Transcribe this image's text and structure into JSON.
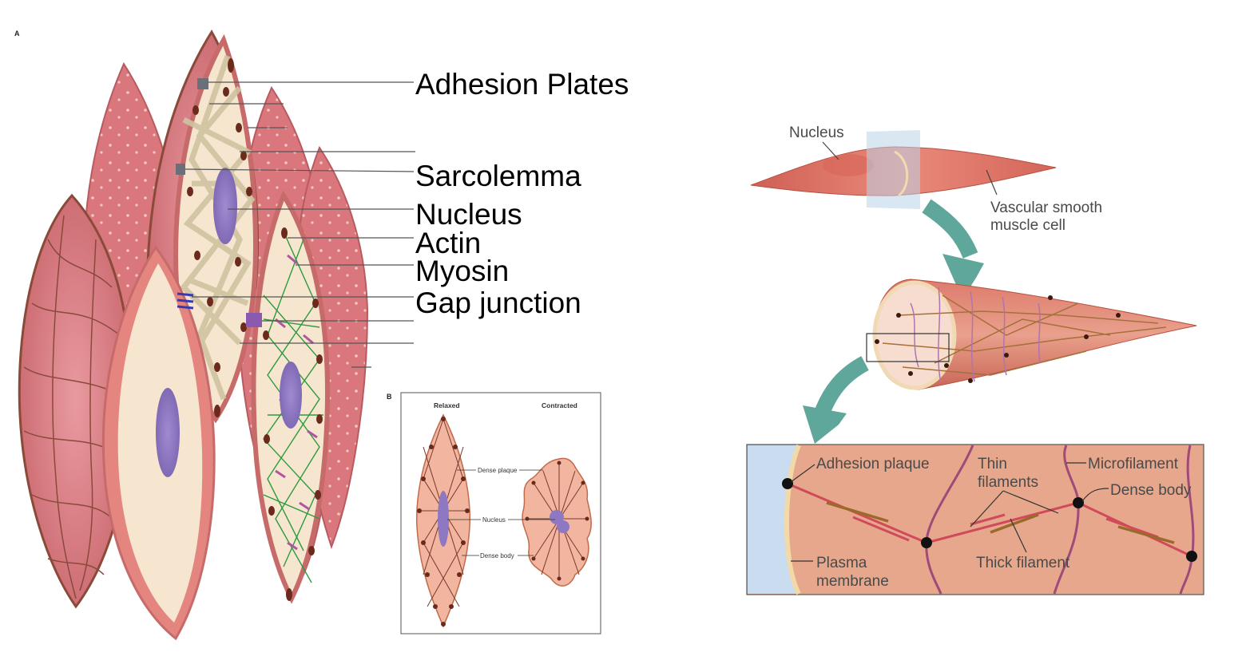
{
  "panel_a": {
    "letter": "A",
    "labels": {
      "adhesion": "Adhesion Plates",
      "sarcolemma": "Sarcolemma",
      "nucleus": "Nucleus",
      "actin": "Actin",
      "myosin": "Myosin",
      "gap_junction": "Gap junction"
    }
  },
  "panel_b": {
    "letter": "B",
    "relaxed": "Relaxed",
    "contracted": "Contracted",
    "labels": {
      "dense_plaque": "Dense plaque",
      "nucleus": "Nucleus",
      "dense_body": "Dense body"
    }
  },
  "right_panel": {
    "nucleus": "Nucleus",
    "vascular_line1": "Vascular smooth",
    "vascular_line2": "muscle cell",
    "detail": {
      "adhesion_plaque": "Adhesion plaque",
      "thin_line1": "Thin",
      "thin_line2": "filaments",
      "microfilament": "Microfilament",
      "dense_body": "Dense body",
      "plasma_line1": "Plasma",
      "plasma_line2": "membrane",
      "thick_filament": "Thick filament"
    }
  },
  "colors": {
    "cell_pink": "#d9777c",
    "cell_dark": "#b85a5f",
    "cytoplasm": "#f6e6cf",
    "nucleus": "#8e78c2",
    "dense_body": "#6b2a1c",
    "actin_band": "#cfc3a1",
    "myosin_green": "#2e9a3e",
    "arrow_teal": "#5fa79b",
    "detail_bg": "#e6a78c",
    "filament_red": "#d04a5a",
    "filament_brown": "#9a6a2a",
    "microfilament": "#a04a7a"
  }
}
